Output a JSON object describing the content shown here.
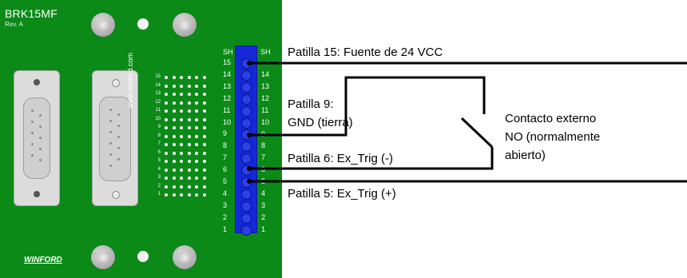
{
  "board": {
    "title": "BRK15MF",
    "revision": "Rev. A",
    "side_text": "www.winford.com",
    "logo": "WINFORD",
    "header_numbers": [
      "15",
      "14",
      "13",
      "12",
      "11",
      "10",
      "9",
      "8",
      "7",
      "6",
      "5",
      "4",
      "3",
      "2",
      "1"
    ]
  },
  "terminal": {
    "left_header": "SH",
    "right_header": "SH",
    "left_numbers": [
      "15",
      "14",
      "13",
      "12",
      "11",
      "10",
      "9",
      "8",
      "7",
      "6",
      "5",
      "4",
      "3",
      "2",
      "1"
    ],
    "right_numbers": [
      "14",
      "13",
      "12",
      "11",
      "10",
      "9",
      "8",
      "7",
      "6",
      "5",
      "4",
      "3",
      "2",
      "1"
    ]
  },
  "labels": {
    "pin15": "Patilla 15: Fuente de 24 VCC",
    "pin9_line1": "Patilla 9:",
    "pin9_line2": "GND (tierra)",
    "pin6": "Patilla 6: Ex_Trig (-)",
    "pin5": "Patilla 5: Ex_Trig (+)",
    "contact_line1": "Contacto externo",
    "contact_line2": "NO (normalmente",
    "contact_line3": "abierto)"
  },
  "colors": {
    "board": "#0c8a18",
    "terminal": "#1428d8",
    "wire": "#000000"
  }
}
